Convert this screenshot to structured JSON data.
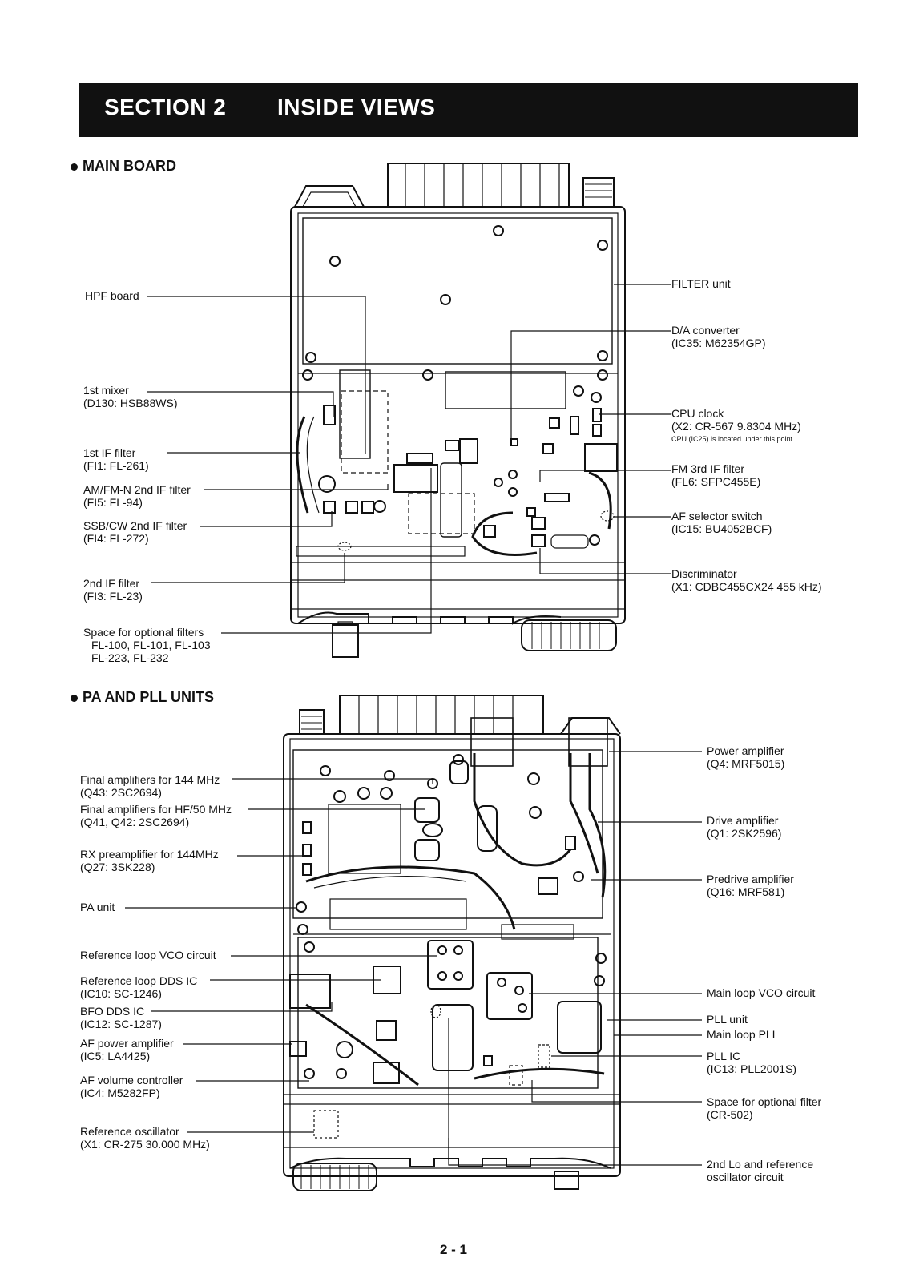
{
  "section": {
    "number": "SECTION  2",
    "title": "INSIDE VIEWS"
  },
  "main_board": {
    "heading": "MAIN BOARD",
    "left_labels": [
      {
        "name": "HPF board",
        "sub": ""
      },
      {
        "name": "1st mixer",
        "sub": "(D130: HSB88WS)"
      },
      {
        "name": "1st IF filter",
        "sub": "(FI1: FL-261)"
      },
      {
        "name": "AM/FM-N 2nd IF filter",
        "sub": "(FI5: FL-94)"
      },
      {
        "name": "SSB/CW 2nd IF filter",
        "sub": "(FI4: FL-272)"
      },
      {
        "name": "2nd IF filter",
        "sub": "(FI3: FL-23)"
      }
    ],
    "optional_filters": {
      "name": "Space for optional filters",
      "line1": "FL-100, FL-101, FL-103",
      "line2": "FL-223, FL-232"
    },
    "right_labels": [
      {
        "name": "FILTER unit",
        "sub": ""
      },
      {
        "name": "D/A converter",
        "sub": "(IC35: M62354GP)"
      },
      {
        "name": "CPU clock",
        "sub": "(X2: CR-567 9.8304 MHz)"
      },
      {
        "name": "FM 3rd IF filter",
        "sub": "(FL6: SFPC455E)"
      },
      {
        "name": "AF selector switch",
        "sub": "(IC15: BU4052BCF)"
      },
      {
        "name": "Discriminator",
        "sub": "(X1: CDBC455CX24 455 kHz)"
      }
    ],
    "cpu_note": "CPU (IC25) is located under this point"
  },
  "pa_pll": {
    "heading": "PA AND PLL UNITS",
    "left_labels": [
      {
        "name": "Final amplifiers for 144 MHz",
        "sub": "(Q43: 2SC2694)"
      },
      {
        "name": "Final amplifiers for HF/50 MHz",
        "sub": "(Q41, Q42: 2SC2694)"
      },
      {
        "name": "RX preamplifier for 144MHz",
        "sub": "(Q27: 3SK228)"
      },
      {
        "name": "PA unit",
        "sub": ""
      },
      {
        "name": "Reference loop VCO circuit",
        "sub": ""
      },
      {
        "name": "Reference loop DDS IC",
        "sub": "(IC10: SC-1246)"
      },
      {
        "name": "BFO DDS IC",
        "sub": "(IC12: SC-1287)"
      },
      {
        "name": "AF power amplifier",
        "sub": "(IC5: LA4425)"
      },
      {
        "name": "AF volume controller",
        "sub": "(IC4: M5282FP)"
      },
      {
        "name": "Reference oscillator",
        "sub": "(X1: CR-275 30.000 MHz)"
      }
    ],
    "right_labels": [
      {
        "name": "Power amplifier",
        "sub": "(Q4: MRF5015)"
      },
      {
        "name": "Drive amplifier",
        "sub": "(Q1: 2SK2596)"
      },
      {
        "name": "Predrive amplifier",
        "sub": "(Q16: MRF581)"
      },
      {
        "name": "Main loop VCO circuit",
        "sub": ""
      },
      {
        "name": "PLL unit",
        "sub": ""
      },
      {
        "name": "Main loop PLL",
        "sub": ""
      },
      {
        "name": "PLL IC",
        "sub": "(IC13: PLL2001S)"
      },
      {
        "name": "Space for optional filter",
        "sub": "(CR-502)"
      },
      {
        "name": "2nd Lo and reference",
        "sub": "oscillator circuit"
      }
    ]
  },
  "page_number": "2 - 1"
}
